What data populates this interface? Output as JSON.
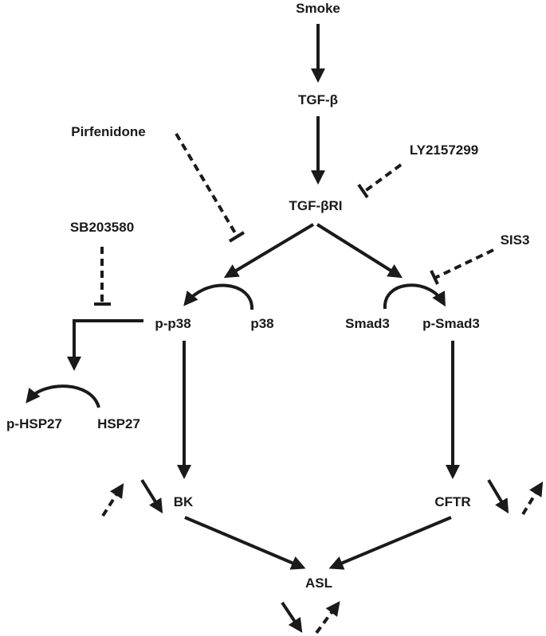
{
  "nodes": {
    "smoke": "Smoke",
    "tgfb": "TGF-β",
    "tgfbri": "TGF-βRI",
    "pirfenidone": "Pirfenidone",
    "ly2157299": "LY2157299",
    "sb203580": "SB203580",
    "sis3": "SIS3",
    "pp38": "p-p38",
    "p38": "p38",
    "smad3": "Smad3",
    "psmad3": "p-Smad3",
    "phsp27": "p-HSP27",
    "hsp27": "HSP27",
    "bk": "BK",
    "cftr": "CFTR",
    "asl": "ASL"
  },
  "colors": {
    "ink": "#1a1a1a",
    "background": "#ffffff"
  }
}
